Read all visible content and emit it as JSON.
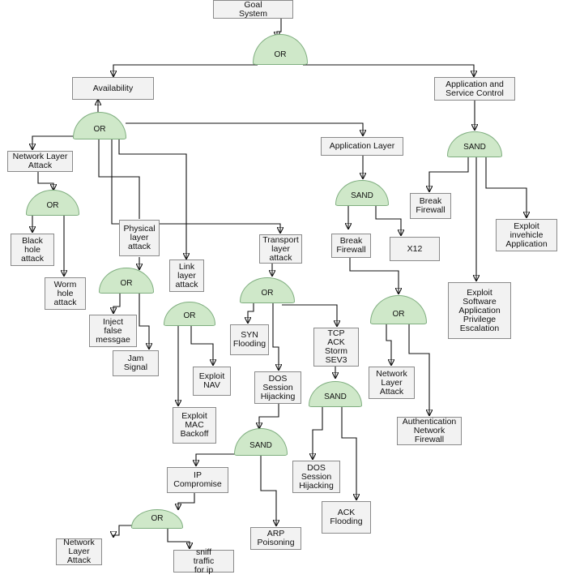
{
  "nodes": {
    "goal": "Goal\nSystem",
    "availability": "Availability",
    "app_service": "Application and\nService Control",
    "network_layer_attack_1": "Network Layer\nAttack",
    "black_hole": "Black\nhole\nattack",
    "worm_hole": "Worm\nhole\nattack",
    "physical_layer": "Physical\nlayer\nattack",
    "inject_false": "Inject\nfalse\nmessgae",
    "jam_signal": "Jam\nSignal",
    "link_layer": "Link\nlayer\nattack",
    "exploit_nav": "Exploit\nNAV",
    "exploit_mac": "Exploit\nMAC\nBackoff",
    "transport_layer": "Transport\nlayer\nattack",
    "syn_flooding": "SYN\nFlooding",
    "dos_session_1": "DOS\nSession\nHijacking",
    "tcp_ack": "TCP\nACK\nStorm\nSEV3",
    "dos_session_2": "DOS\nSession\nHijacking",
    "ack_flooding": "ACK\nFlooding",
    "ip_compromise": "IP\nCompromise",
    "arp_poisoning": "ARP\nPoisoning",
    "network_layer_attack_2": "Network\nLayer\nAttack",
    "sniff_traffic": "sniff\ntraffic\nfor ip",
    "application_layer": "Application Layer",
    "break_firewall_1": "Break\nFirewall",
    "x12": "X12",
    "network_layer_attack_3": "Network\nLayer\nAttack",
    "auth_firewall": "Authentication\nNetwork\nFirewall",
    "break_firewall_2": "Break\nFirewall",
    "exploit_invehicle": "Exploit\ninvehicle\nApplication",
    "exploit_software": "Exploit\nSoftware\nApplication\nPrivilege\nEscalation"
  },
  "gates": {
    "or_label": "OR",
    "sand_label": "SAND"
  }
}
